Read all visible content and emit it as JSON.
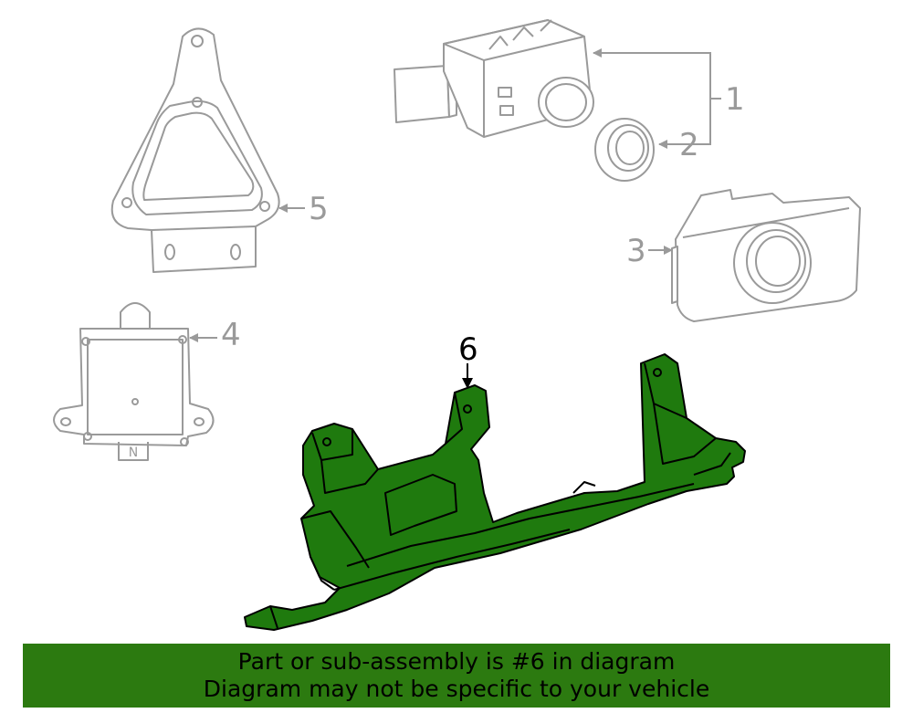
{
  "callouts": {
    "c1": "1",
    "c2": "2",
    "c3": "3",
    "c4": "4",
    "c5": "5",
    "c6": "6"
  },
  "module_letter": "N",
  "banner": {
    "line1": "Part or sub-assembly is #6 in diagram",
    "line2": "Diagram may not be specific to your vehicle"
  },
  "colors": {
    "highlight_part": "#1f7a0e",
    "banner_background": "#2c7a10",
    "other_parts_outline": "#9a9a9a"
  }
}
